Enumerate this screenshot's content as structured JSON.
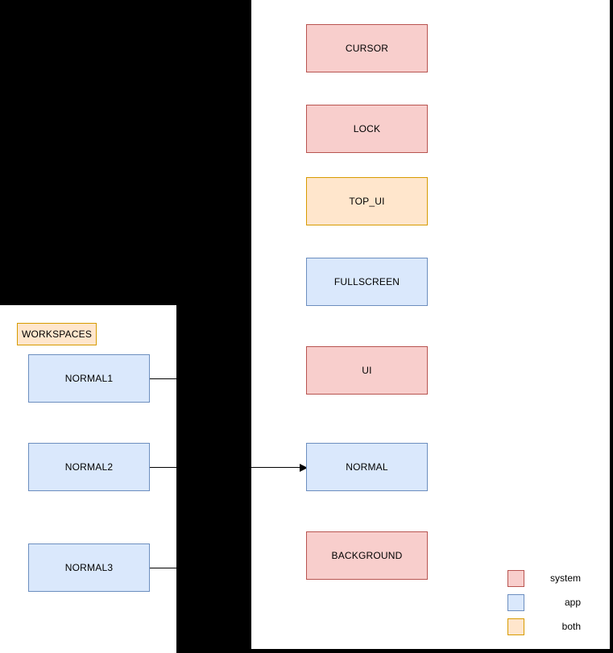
{
  "diagram": {
    "title": "window layer and workspace diagram",
    "background_color": "#000000",
    "panel_color": "#ffffff"
  },
  "palette": {
    "system_fill": "#f8cecc",
    "system_stroke": "#b85450",
    "app_fill": "#dae8fc",
    "app_stroke": "#6c8ebf",
    "both_fill": "#ffe6cc",
    "both_stroke": "#d79b00",
    "line": "#000000"
  },
  "workspaces_panel": {
    "title": "WORKSPACES",
    "title_category": "both",
    "items": [
      {
        "label": "NORMAL1",
        "category": "app"
      },
      {
        "label": "NORMAL2",
        "category": "app"
      },
      {
        "label": "NORMAL3",
        "category": "app"
      }
    ]
  },
  "layers_panel": {
    "layers": [
      {
        "label": "CURSOR",
        "category": "system"
      },
      {
        "label": "LOCK",
        "category": "system"
      },
      {
        "label": "TOP_UI",
        "category": "both"
      },
      {
        "label": "FULLSCREEN",
        "category": "app"
      },
      {
        "label": "UI",
        "category": "system"
      },
      {
        "label": "NORMAL",
        "category": "app"
      },
      {
        "label": "BACKGROUND",
        "category": "system"
      }
    ]
  },
  "connections": [
    {
      "from": "NORMAL1",
      "to": "NORMAL",
      "arrow": false
    },
    {
      "from": "NORMAL2",
      "to": "NORMAL",
      "arrow": true
    },
    {
      "from": "NORMAL3",
      "to": "NORMAL",
      "arrow": false
    }
  ],
  "legend": {
    "entries": [
      {
        "label": "system",
        "color": "#f8cecc",
        "stroke": "#b85450"
      },
      {
        "label": "app",
        "color": "#dae8fc",
        "stroke": "#6c8ebf"
      },
      {
        "label": "both",
        "color": "#ffe6cc",
        "stroke": "#d79b00"
      }
    ]
  }
}
